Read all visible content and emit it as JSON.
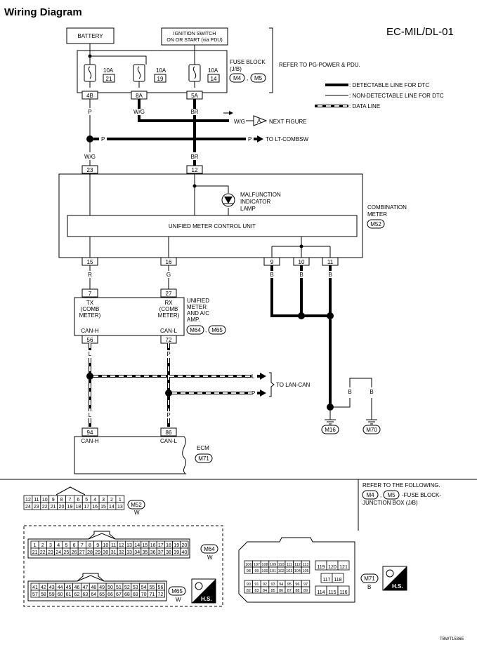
{
  "page": {
    "title": "Wiring Diagram",
    "code": "EC-MIL/DL-01",
    "footer_code": "TBWT1536E"
  },
  "sources": {
    "battery": "BATTERY",
    "ignition_line1": "IGNITION SWITCH",
    "ignition_line2": "ON OR START (via PDU)"
  },
  "fuse_block": {
    "label_line1": "FUSE BLOCK",
    "label_line2": "(J/B)",
    "conn1": "M4",
    "conn2": "M5",
    "comma": ",",
    "refer": "REFER TO PG-POWER & PDU.",
    "fuses": [
      {
        "amps": "10A",
        "num": "21",
        "term": "4B"
      },
      {
        "amps": "10A",
        "num": "19",
        "term": "8A"
      },
      {
        "amps": "10A",
        "num": "14",
        "term": "5A"
      }
    ]
  },
  "legend": {
    "detectable": ": DETECTABLE LINE FOR DTC",
    "non_detectable": ": NON-DETECTABLE LINE FOR DTC",
    "data_line": ": DATA LINE"
  },
  "wires": {
    "p": "P",
    "wg": "W/G",
    "br": "BR",
    "r": "R",
    "g": "G",
    "b": "B",
    "l": "L"
  },
  "arrows": {
    "next_figure_wire": "W/G",
    "next_figure_tag": "A",
    "next_figure": "NEXT FIGURE",
    "lt_combsw_wire": "P",
    "lt_combsw": "TO LT-COMBSW",
    "lan_can": "TO LAN-CAN"
  },
  "combination_meter": {
    "label_line1": "COMBINATION",
    "label_line2": "METER",
    "conn": "M52",
    "control_unit": "UNIFIED METER CONTROL UNIT",
    "mil_line1": "MALFUNCTION",
    "mil_line2": "INDICATOR",
    "mil_line3": "LAMP",
    "terminals": {
      "t23": "23",
      "t12": "12",
      "t15": "15",
      "t16": "16",
      "t9": "9",
      "t10": "10",
      "t11": "11"
    }
  },
  "unified_meter": {
    "label_line1": "UNIFIED",
    "label_line2": "METER",
    "label_line3": "AND A/C",
    "label_line4": "AMP.",
    "conn1": "M64",
    "conn2": "M65",
    "tx": "TX",
    "rx": "RX",
    "comb": "(COMB",
    "meter": "METER)",
    "can_h": "CAN-H",
    "can_l": "CAN-L",
    "terminals": {
      "t7": "7",
      "t27": "27",
      "t56": "56",
      "t72": "72"
    }
  },
  "ecm": {
    "label": "ECM",
    "conn": "M71",
    "can_h": "CAN-H",
    "can_l": "CAN-L",
    "terminals": {
      "t94": "94",
      "t86": "86"
    }
  },
  "grounds": {
    "g1": "M16",
    "g2": "M70"
  },
  "connectors": {
    "refer_line1": "REFER TO THE FOLLOWING.",
    "refer_conn1": "M4",
    "refer_conn2": "M5",
    "refer_line2": "-FUSE BLOCK-",
    "refer_line3": "JUNCTION BOX (J/B)",
    "m52": {
      "id": "M52",
      "color": "W",
      "row1": [
        "12",
        "11",
        "10",
        "9",
        "8",
        "7",
        "6",
        "5",
        "4",
        "3",
        "2",
        "1"
      ],
      "row2": [
        "24",
        "23",
        "22",
        "21",
        "20",
        "19",
        "18",
        "17",
        "16",
        "15",
        "14",
        "13"
      ]
    },
    "m64": {
      "id": "M64",
      "color": "W",
      "row1": [
        "1",
        "2",
        "3",
        "4",
        "5",
        "6",
        "7",
        "8",
        "9",
        "10",
        "11",
        "12",
        "13",
        "14",
        "15",
        "16",
        "17",
        "18",
        "19",
        "20"
      ],
      "row2": [
        "21",
        "22",
        "23",
        "24",
        "25",
        "26",
        "27",
        "28",
        "29",
        "30",
        "31",
        "32",
        "33",
        "34",
        "35",
        "36",
        "37",
        "38",
        "39",
        "40"
      ]
    },
    "m65": {
      "id": "M65",
      "color": "W",
      "row1": [
        "41",
        "42",
        "43",
        "44",
        "45",
        "46",
        "47",
        "48",
        "49",
        "50",
        "51",
        "52",
        "53",
        "54",
        "55",
        "56"
      ],
      "row2": [
        "57",
        "58",
        "59",
        "60",
        "61",
        "62",
        "63",
        "64",
        "65",
        "66",
        "67",
        "68",
        "69",
        "70",
        "71",
        "72"
      ]
    },
    "m71": {
      "id": "M71",
      "color": "B",
      "row1": [
        "106",
        "107",
        "108",
        "109",
        "110",
        "111",
        "112",
        "113"
      ],
      "row2": [
        "98",
        "99",
        "100",
        "101",
        "102",
        "103",
        "104",
        "105"
      ],
      "row3": [
        "90",
        "91",
        "92",
        "93",
        "94",
        "95",
        "96",
        "97"
      ],
      "row4": [
        "82",
        "83",
        "84",
        "85",
        "86",
        "87",
        "88",
        "89"
      ],
      "right_top": [
        "119",
        "120",
        "121"
      ],
      "right_mid": [
        "117",
        "118"
      ],
      "right_bot": [
        "114",
        "115",
        "116"
      ]
    },
    "hs": "H.S."
  }
}
